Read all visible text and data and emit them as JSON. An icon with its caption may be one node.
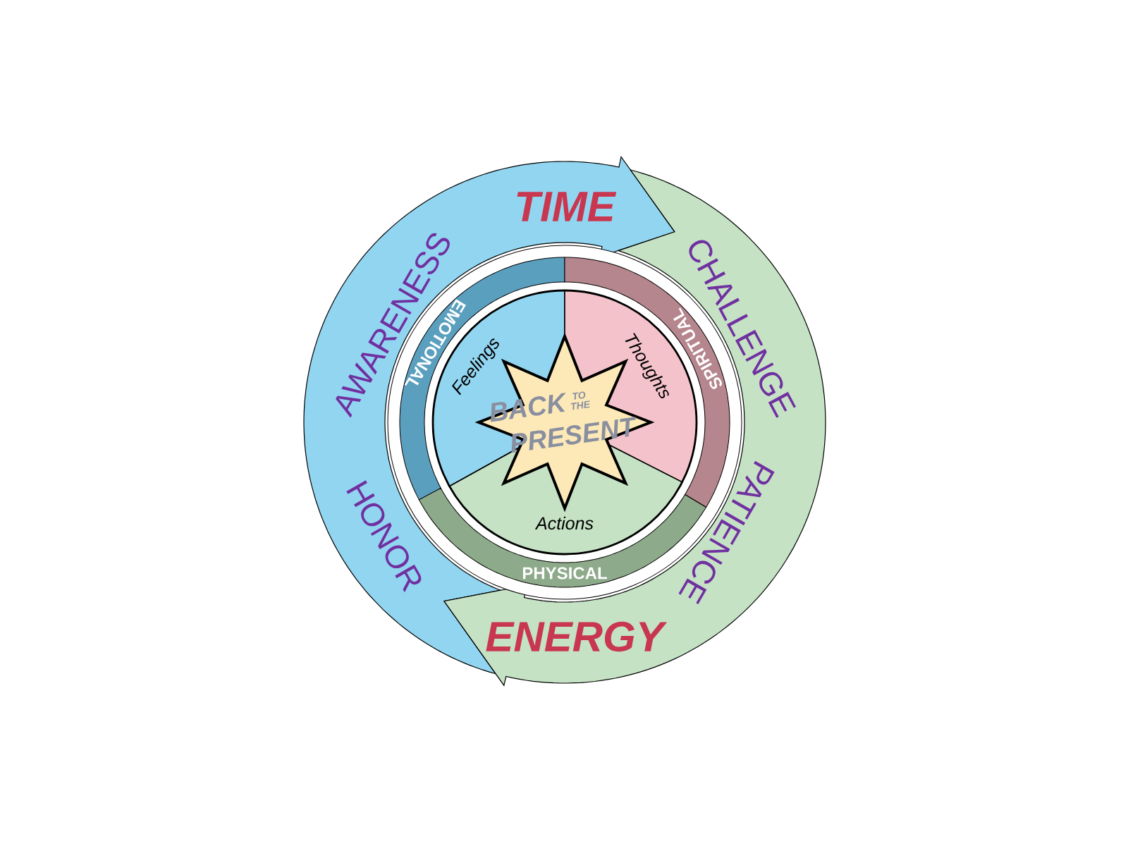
{
  "diagram": {
    "nodes": [
      {
        "text": [
          "TIME",
          "AWARENESS",
          "HONOR"
        ]
      },
      {
        "text": [
          "CHALLENGE",
          "PATIENCE",
          "ENERGY"
        ]
      },
      {
        "text": [
          "EMOTIONAL"
        ]
      },
      {
        "text": [
          "SPIRITUAL"
        ]
      },
      {
        "text": [
          "PHYSICAL"
        ]
      },
      {
        "text": [
          "Feelings"
        ]
      },
      {
        "text": [
          "Thoughts"
        ]
      },
      {
        "text": [
          "Actions"
        ]
      },
      {
        "text": [
          "BACK",
          "TO THE",
          "PRESENT"
        ]
      }
    ]
  }
}
